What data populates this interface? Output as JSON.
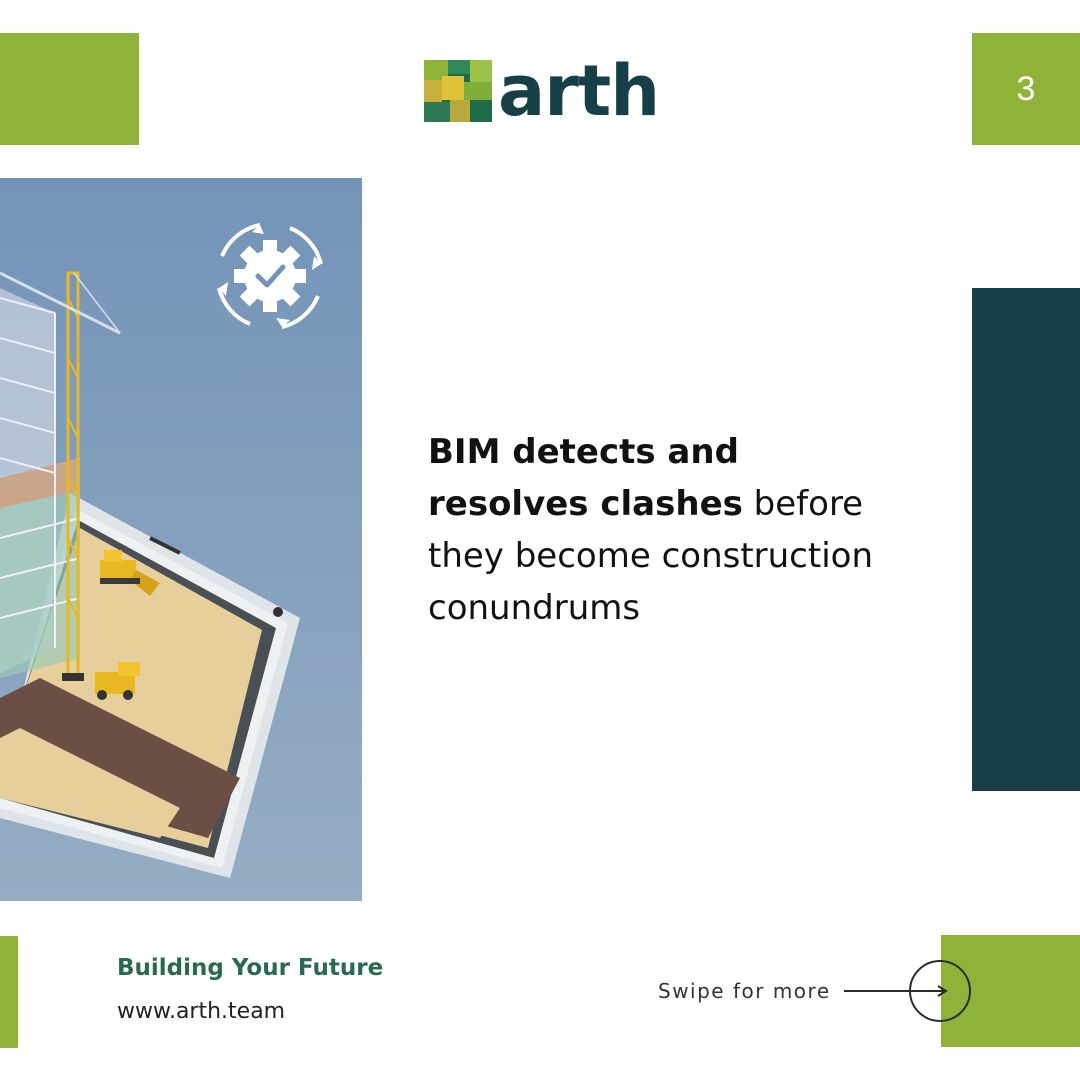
{
  "brand": {
    "logo_text": "arth",
    "page_number": "3"
  },
  "headline": {
    "bold": "BIM detects and resolves clashes",
    "rest": " before they become construction conundrums"
  },
  "footer": {
    "tagline": "Building Your Future",
    "website": "www.arth.team",
    "swipe": "Swipe for more"
  },
  "colors": {
    "green": "#8fb339",
    "teal": "#173f48",
    "tagline": "#2a6a4e",
    "illustration_bg": "#8aa3bd"
  },
  "icons": {
    "logo": "arth-logo-mark",
    "gear_check": "gear-check-icon",
    "arrow": "arrow-right-icon"
  }
}
